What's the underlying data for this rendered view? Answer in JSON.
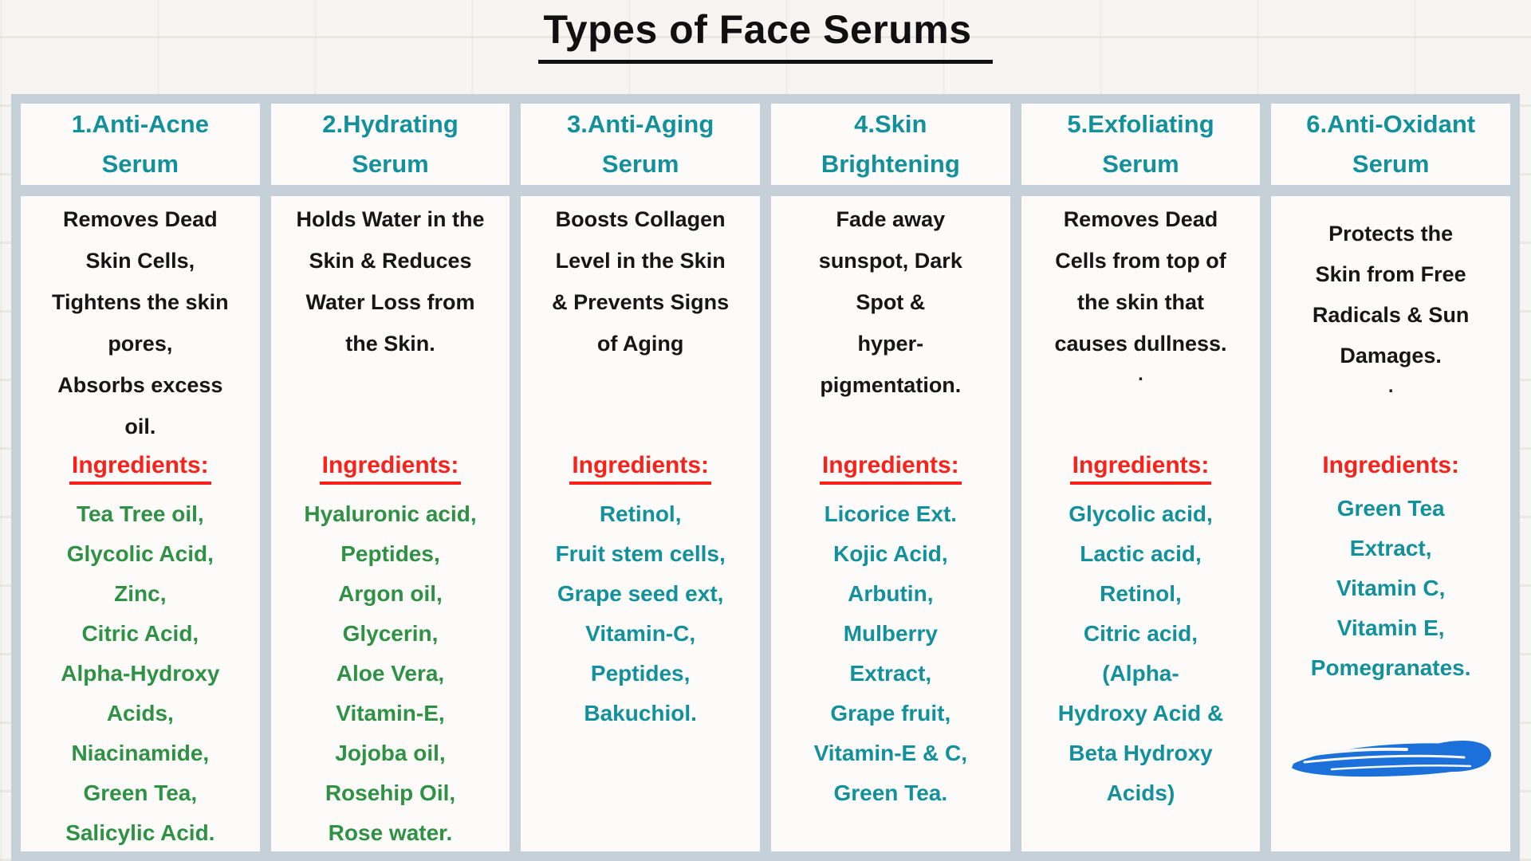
{
  "title": "Types of Face Serums",
  "colors": {
    "header_teal": "#12909c",
    "ingredient_green": "#2f9143",
    "ingredient_teal": "#12909c",
    "ingredients_red": "#f9221a",
    "body_black": "#161616",
    "table_border_gray": "#c6d0d8",
    "scribble_blue": "#1b70da"
  },
  "annotations": {
    "scribble": {
      "shape": "horizontal-marker-scribble",
      "color": "#1b70da",
      "location": "bottom of column 6"
    }
  },
  "columns": [
    {
      "header_lines": [
        "1.Anti-Acne",
        "Serum"
      ],
      "description_lines": [
        "Removes Dead",
        "Skin Cells,",
        "Tightens the skin",
        "pores,",
        "Absorbs excess",
        "oil."
      ],
      "ingredients_label": "Ingredients:",
      "ingredients_underlined": "true",
      "ingredient_color": "green",
      "ingredient_lines": [
        "Tea Tree oil,",
        "Glycolic Acid,",
        "Zinc,",
        "Citric Acid,",
        "Alpha-Hydroxy",
        "Acids,",
        "Niacinamide,",
        "Green Tea,",
        "Salicylic Acid."
      ]
    },
    {
      "header_lines": [
        "2.Hydrating",
        "Serum"
      ],
      "description_lines": [
        "Holds Water in the",
        "Skin & Reduces",
        "Water Loss from",
        "the Skin."
      ],
      "ingredients_label": "Ingredients:",
      "ingredients_underlined": "true",
      "ingredient_color": "green",
      "ingredient_lines": [
        "Hyaluronic acid,",
        "Peptides,",
        "Argon oil,",
        "Glycerin,",
        "Aloe Vera,",
        "Vitamin-E,",
        "Jojoba oil,",
        "Rosehip Oil,",
        "Rose water."
      ]
    },
    {
      "header_lines": [
        "3.Anti-Aging",
        "Serum"
      ],
      "description_lines": [
        "Boosts Collagen",
        "Level in the Skin",
        "& Prevents Signs",
        "of Aging"
      ],
      "ingredients_label": "Ingredients:",
      "ingredients_underlined": "true",
      "ingredient_color": "teal",
      "ingredient_lines": [
        "Retinol,",
        "Fruit stem cells,",
        "Grape seed ext,",
        "Vitamin-C,",
        "Peptides,",
        "Bakuchiol."
      ]
    },
    {
      "header_lines": [
        "4.Skin",
        "Brightening"
      ],
      "description_lines": [
        "Fade away",
        "sunspot, Dark",
        "Spot &",
        "hyper-",
        "pigmentation."
      ],
      "ingredients_label": "Ingredients:",
      "ingredients_underlined": "true",
      "ingredient_color": "teal",
      "ingredient_lines": [
        "Licorice Ext.",
        "Kojic Acid,",
        "Arbutin,",
        "Mulberry",
        "Extract,",
        "Grape fruit,",
        "Vitamin-E & C,",
        "Green Tea."
      ]
    },
    {
      "header_lines": [
        "5.Exfoliating",
        "Serum"
      ],
      "description_lines": [
        "Removes Dead",
        "Cells from top of",
        "the skin that",
        "causes dullness."
      ],
      "stray_dot": ".",
      "ingredients_label": "Ingredients:",
      "ingredients_underlined": "true",
      "ingredient_color": "teal",
      "ingredient_lines": [
        "Glycolic acid,",
        "Lactic acid,",
        "Retinol,",
        "Citric acid,",
        "(Alpha-",
        "Hydroxy Acid &",
        "Beta Hydroxy",
        "Acids)"
      ]
    },
    {
      "header_lines": [
        "6.Anti-Oxidant",
        "Serum"
      ],
      "description_lines": [
        "Protects the",
        "Skin from Free",
        "Radicals & Sun",
        "Damages."
      ],
      "stray_dot": ".",
      "ingredients_label": "Ingredients:",
      "ingredients_underlined": "false",
      "ingredient_color": "teal",
      "ingredient_lines": [
        "Green Tea",
        "Extract,",
        "Vitamin C,",
        "Vitamin E,",
        "Pomegranates."
      ]
    }
  ]
}
